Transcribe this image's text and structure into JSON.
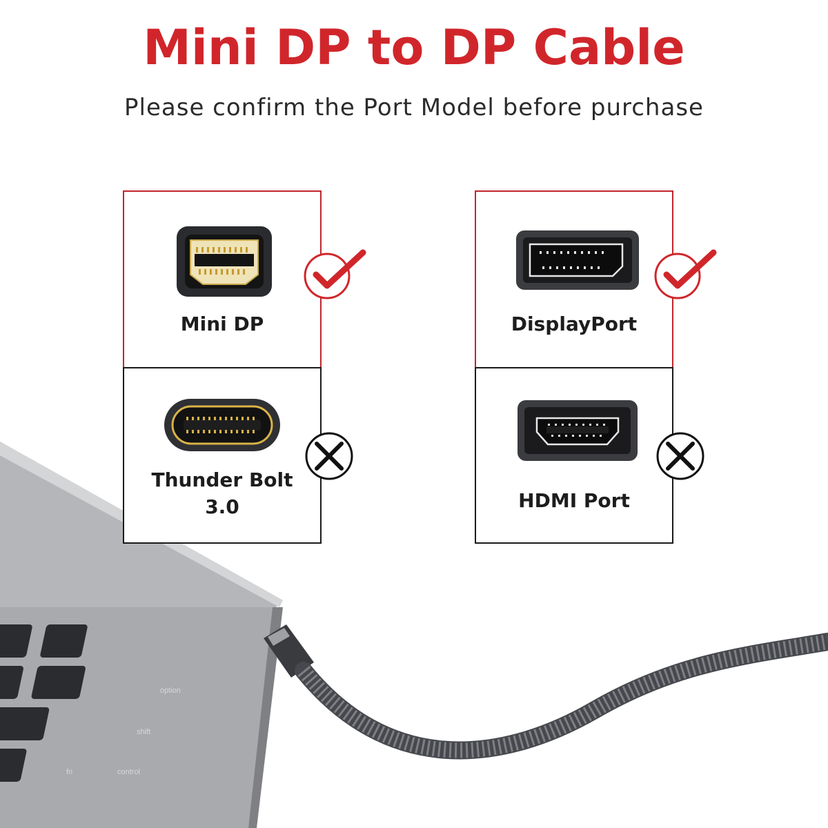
{
  "header": {
    "title": "Mini DP to DP Cable",
    "subtitle": "Please confirm the Port Model before purchase"
  },
  "colors": {
    "accent": "#d0262b",
    "ok_border": "#c0262b",
    "no_border": "#1a1a1a",
    "text": "#1d1d1d",
    "laptop": "#b9babd",
    "keyboard": "#2e2f33",
    "cable": "#4a4c51"
  },
  "panels": {
    "left_top": {
      "label": "Mini DP",
      "status": "compatible",
      "icon": "mini-dp-port-icon"
    },
    "left_bottom": {
      "label_line1": "Thunder Bolt",
      "label_line2": "3.0",
      "status": "not-compatible",
      "icon": "thunderbolt-3-port-icon"
    },
    "right_top": {
      "label": "DisplayPort",
      "status": "compatible",
      "icon": "displayport-port-icon"
    },
    "right_bottom": {
      "label": "HDMI Port",
      "status": "not-compatible",
      "icon": "hdmi-port-icon"
    }
  },
  "marks": {
    "check": "check-circle-icon",
    "cross": "cross-circle-icon"
  },
  "keyboard_keys": [
    "option",
    "shift",
    "fn",
    "control"
  ]
}
